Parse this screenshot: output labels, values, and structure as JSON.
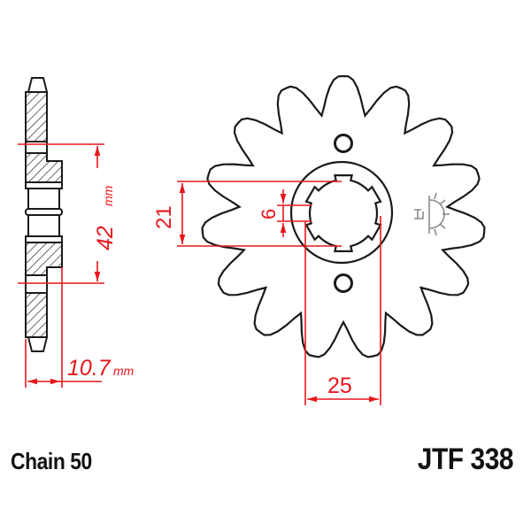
{
  "drawing": {
    "title": "Front sprocket technical drawing",
    "colors": {
      "outline": "#1a1a1a",
      "dimension": "#e8161b",
      "logo": "#8a8a8a",
      "background": "#ffffff"
    },
    "side_view": {
      "hub_height_value": "42",
      "hub_height_unit": "mm",
      "thickness_value": "10.7",
      "thickness_unit": "mm"
    },
    "front_view": {
      "teeth_count": 15,
      "spline_width_dim": "21",
      "spline_tooth_dim": "6",
      "spline_diameter_dim": "25",
      "bolt_holes": 2,
      "logo_icon": "jt-sun-logo-icon"
    }
  },
  "captions": {
    "chain": "Chain 50",
    "part_number": "JTF 338"
  }
}
